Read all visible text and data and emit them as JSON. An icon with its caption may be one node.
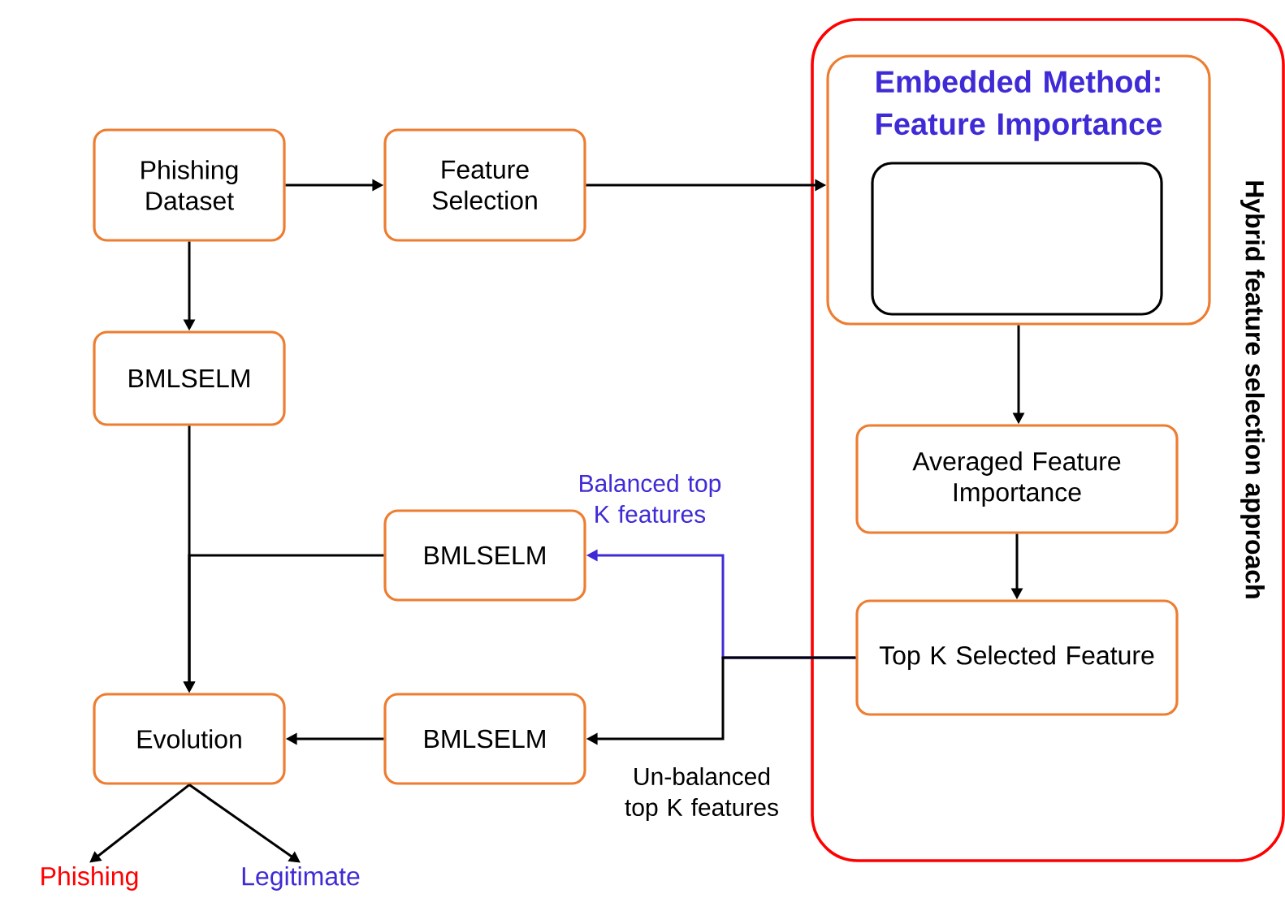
{
  "diagram": {
    "nodes": [
      {
        "text": [
          "Phishing Dataset"
        ]
      },
      {
        "text": [
          "Feature Selection"
        ]
      },
      {
        "text": [
          "Hybrid feature selection approach"
        ]
      },
      {
        "text": [
          "Embedded Method: Feature Importance"
        ],
        "in": 2
      },
      {
        "text": [],
        "shape": "box",
        "in": 3
      },
      {
        "text": [
          "Averaged Feature Importance"
        ],
        "in": 2
      },
      {
        "text": [
          "Top K Selected Feature"
        ],
        "in": 2
      },
      {
        "text": [
          "BMLSELM"
        ]
      },
      {
        "text": [
          "BMLSELM"
        ]
      },
      {
        "text": [
          "BMLSELM"
        ]
      },
      {
        "text": [
          "Evolution"
        ]
      },
      {
        "text": [
          "Phishing"
        ]
      },
      {
        "text": [
          "Legitimate"
        ]
      }
    ],
    "edges": [
      {
        "from": 0,
        "to": 1,
        "arrow": "to"
      },
      {
        "from": 1,
        "to": 3,
        "arrow": "to"
      },
      {
        "from": 0,
        "to": 7,
        "arrow": "to"
      },
      {
        "from": 3,
        "to": 5,
        "arrow": "to"
      },
      {
        "from": 5,
        "to": 6,
        "arrow": "to"
      },
      {
        "from": 6,
        "to": 8,
        "arrow": "to",
        "color": "#3f2bd6",
        "label": "Balanced top K features"
      },
      {
        "from": 6,
        "to": 9,
        "arrow": "to",
        "label": "Un-balanced top K features"
      },
      {
        "from": 7,
        "to": 10,
        "arrow": "to"
      },
      {
        "from": 8,
        "to": 10,
        "arrow": "to"
      },
      {
        "from": 9,
        "to": 10,
        "arrow": "to"
      },
      {
        "from": 10,
        "to": 11,
        "arrow": "to"
      },
      {
        "from": 10,
        "to": 12,
        "arrow": "to"
      }
    ]
  }
}
